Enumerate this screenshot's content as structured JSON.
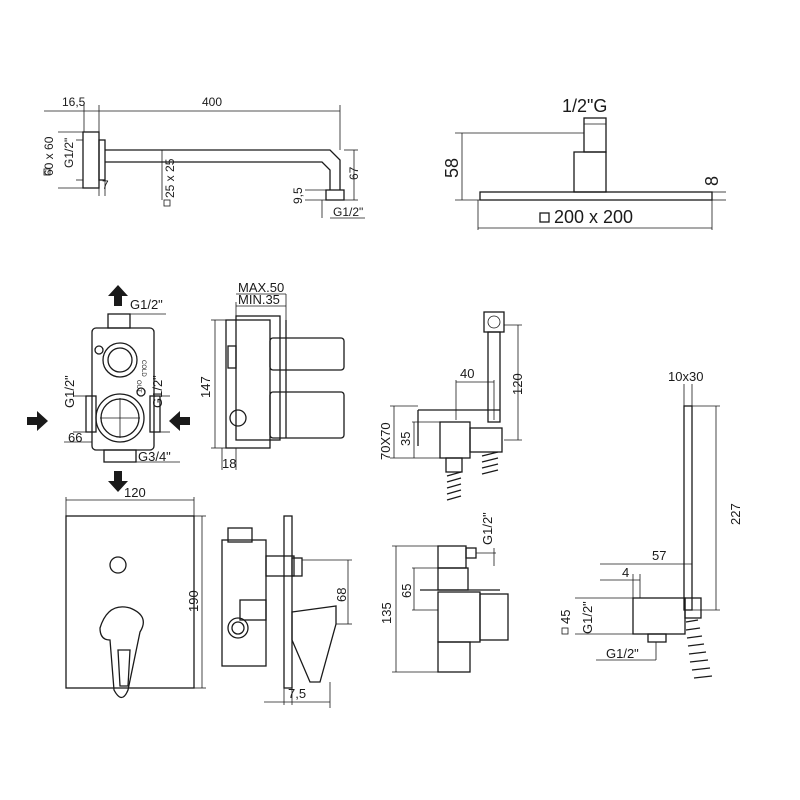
{
  "shower_arm": {
    "d_16_5": "16,5",
    "d_400": "400",
    "d_60x60": "60 x 60",
    "thread_wall": "G1/2\"",
    "d_7": "7",
    "d_25x25": "25 x 25",
    "d_9_5": "9,5",
    "d_67": "67",
    "thread_end": "G1/2\""
  },
  "shower_head": {
    "thread": "1/2\"G",
    "d_58": "58",
    "d_8": "8",
    "size": "200 x 200"
  },
  "valve_body": {
    "out_top": "G1/2\"",
    "in_left": "G1/2\"",
    "in_right": "G1/2\"",
    "d_66": "66",
    "out_bottom": "G3/4\""
  },
  "valve_side": {
    "max": "MAX.50",
    "min": "MIN.35",
    "d_147": "147",
    "d_18": "18"
  },
  "wall_outlet_top": {
    "d_40": "40",
    "d_120": "120",
    "d_70x70": "70X70",
    "d_35": "35"
  },
  "hand_shower": {
    "d_10x30": "10x30",
    "d_227": "227",
    "d_57": "57",
    "d_4": "4",
    "d_45": "45",
    "thread_side": "G1/2\"",
    "thread_bottom": "G1/2\""
  },
  "plate_front": {
    "d_120": "120",
    "d_190": "190"
  },
  "plate_side": {
    "d_68": "68",
    "d_7_5": "7,5"
  },
  "wall_outlet_bottom": {
    "thread": "G1/2\"",
    "d_65": "65",
    "d_135": "135"
  }
}
